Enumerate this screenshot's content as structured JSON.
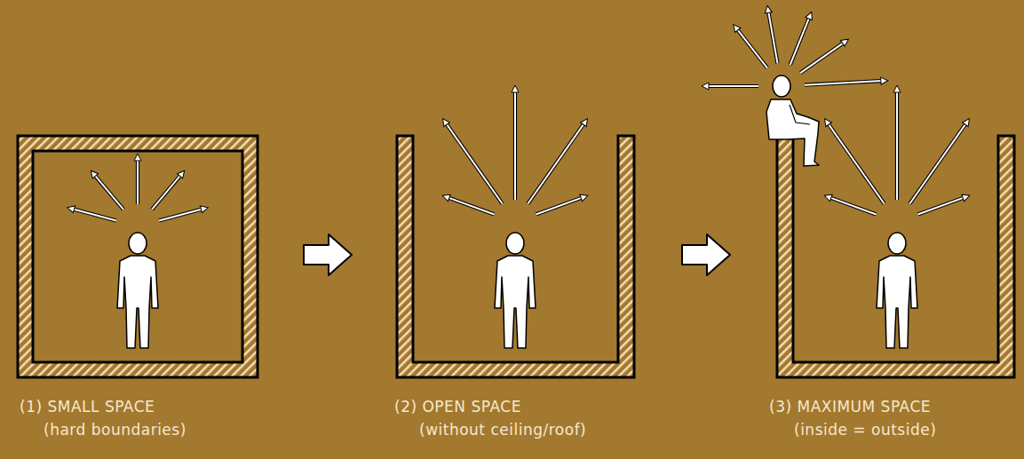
{
  "diagram": {
    "labels": [
      "(1) SMALL SPACE",
      "(hard boundaries)",
      "(2) OPEN SPACE",
      "(without ceiling/roof)",
      "(3) MAXIMUM SPACE",
      "(inside = outside)"
    ]
  }
}
